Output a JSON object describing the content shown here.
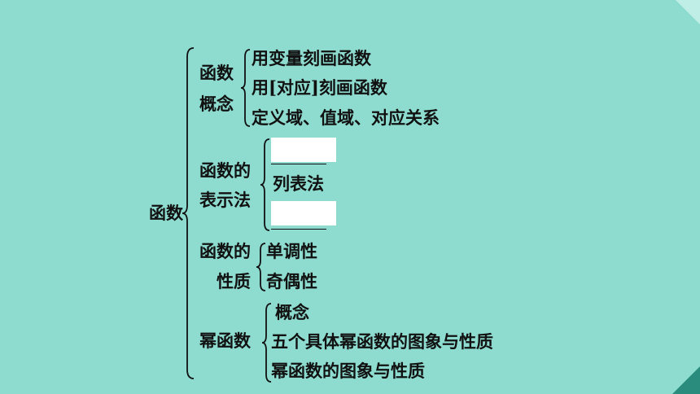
{
  "root": "函数",
  "groups": [
    {
      "label_line1": "函数",
      "label_line2": "概念",
      "items": [
        "用变量刻画函数",
        "用[对应]刻画函数",
        "定义域、值域、对应关系"
      ]
    },
    {
      "label_line1": "函数的",
      "label_line2": "表示法",
      "items": [
        "",
        "列表法",
        ""
      ]
    },
    {
      "label_line1": "函数的",
      "label_line2": "性质",
      "items": [
        "单调性",
        "奇偶性"
      ]
    },
    {
      "label_line1": "幂函数",
      "items": [
        "概念",
        "五个具体幂函数的图象与性质",
        "幂函数的图象与性质"
      ]
    }
  ],
  "colors": {
    "background": "#8ddccf",
    "text": "#111111",
    "blank": "#ffffff"
  }
}
